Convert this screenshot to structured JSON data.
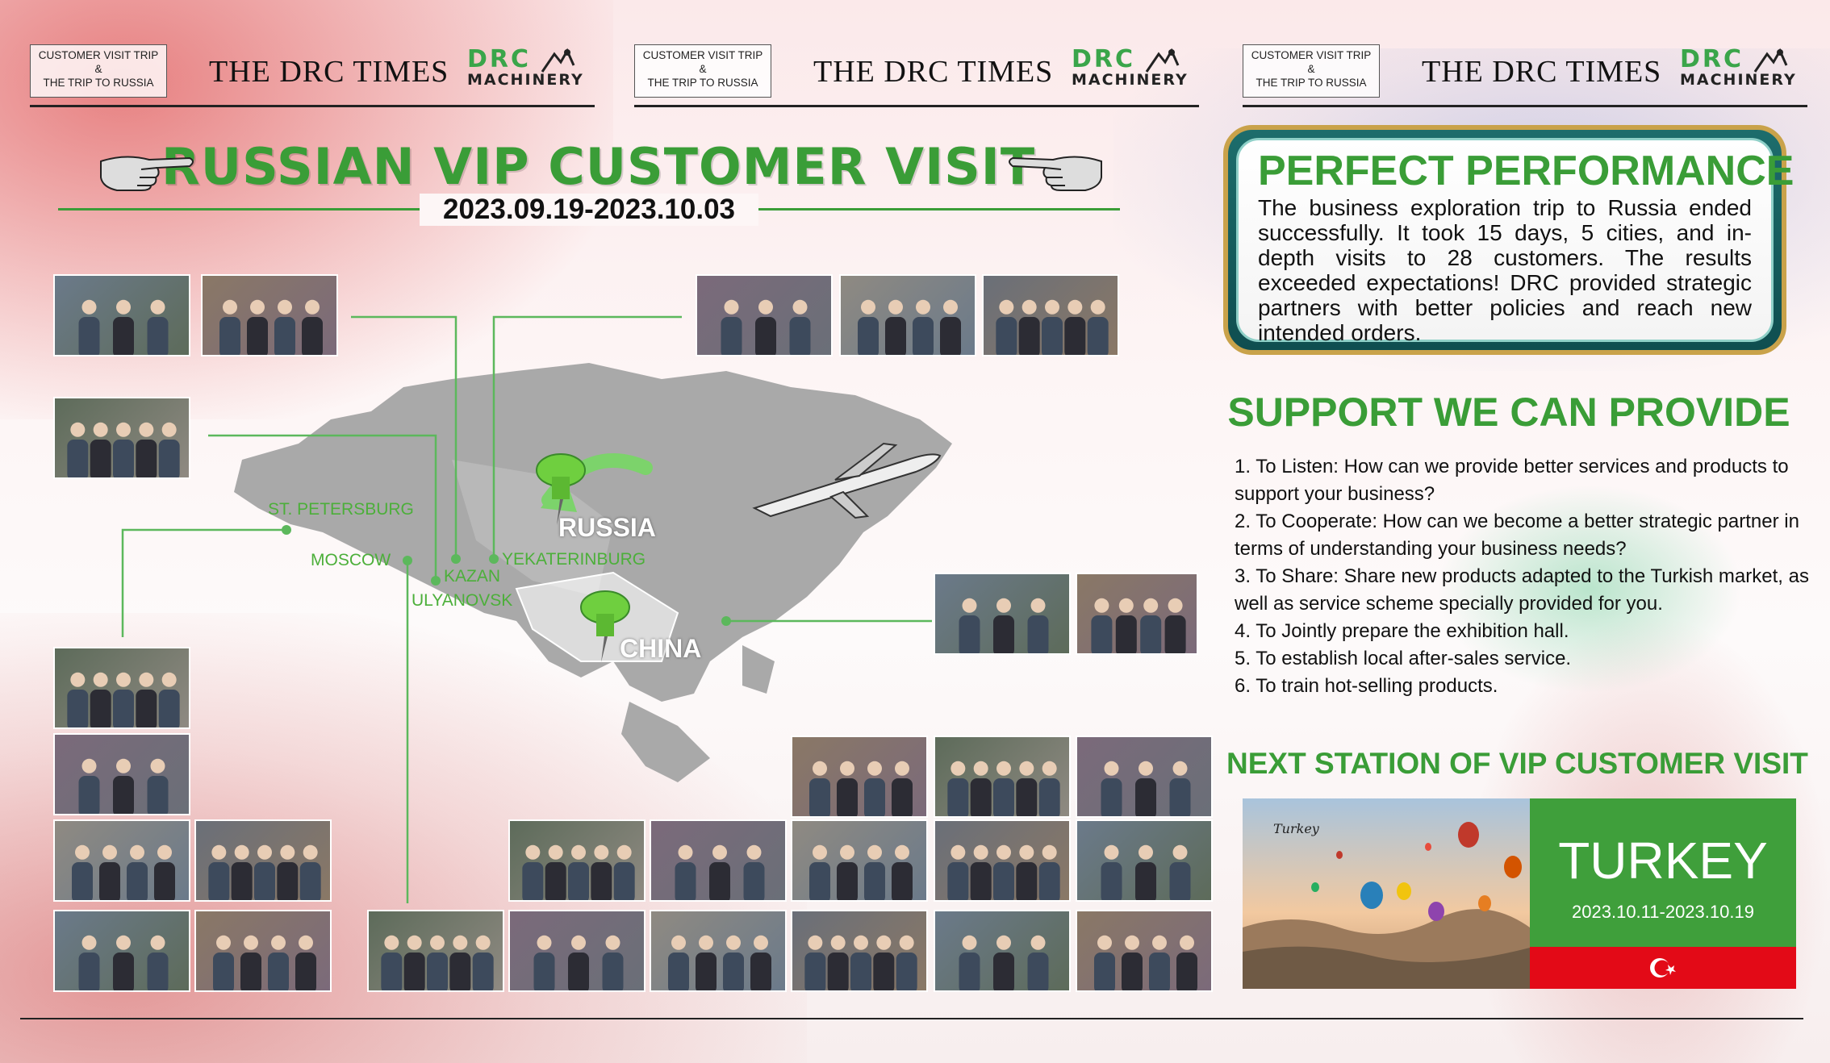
{
  "headers": [
    {
      "tag_line1": "CUSTOMER VISIT TRIP",
      "tag_amp": "&",
      "tag_line2": "THE TRIP TO RUSSIA",
      "masthead": "THE DRC TIMES",
      "logo_top": "DRC",
      "logo_bottom": "MACHINERY"
    },
    {
      "tag_line1": "CUSTOMER VISIT TRIP",
      "tag_amp": "&",
      "tag_line2": "THE TRIP TO RUSSIA",
      "masthead": "THE DRC TIMES",
      "logo_top": "DRC",
      "logo_bottom": "MACHINERY"
    },
    {
      "tag_line1": "CUSTOMER VISIT TRIP",
      "tag_amp": "&",
      "tag_line2": "THE TRIP TO RUSSIA",
      "masthead": "THE DRC TIMES",
      "logo_top": "DRC",
      "logo_bottom": "MACHINERY"
    }
  ],
  "main": {
    "title": "RUSSIAN VIP CUSTOMER VISIT",
    "date_range": "2023.09.19-2023.10.03"
  },
  "map": {
    "cities": {
      "st_petersburg": "ST. PETERSBURG",
      "moscow": "MOSCOW",
      "kazan": "KAZAN",
      "ulyanovsk": "ULYANOVSK",
      "yekaterinburg": "YEKATERINBURG"
    },
    "countries": {
      "russia": "RUSSIA",
      "china": "CHINA"
    },
    "map_color": "#a9a9a9",
    "route_color": "#5cb85c"
  },
  "performance": {
    "title": "PERFECT PERFORMANCE",
    "text": "The business exploration trip to Russia ended successfully. It took 15 days, 5 cities, and in-depth visits to 28 customers. The results exceeded expectations! DRC provided strategic partners with better policies and reach new intended orders."
  },
  "support": {
    "title": "SUPPORT WE CAN PROVIDE",
    "items": [
      "1. To Listen: How can we provide better services and products to support your business?",
      "2. To Cooperate: How can we become a better strategic partner in terms of understanding your business needs?",
      "3. To Share: Share new products adapted to the Turkish market, as well as service scheme specially provided for you.",
      "4. To Jointly prepare the exhibition hall.",
      "5. To establish local after-sales service.",
      "6. To train hot-selling products."
    ]
  },
  "next_station": {
    "title": "NEXT STATION OF VIP CUSTOMER VISIT",
    "country": "TURKEY",
    "dates": "2023.10.11-2023.10.19",
    "photo_logo": "Turkey"
  },
  "colors": {
    "brand_green": "#3a9d37",
    "turkey_red": "#e30a17",
    "frame_gold": "#c9a24a",
    "frame_teal": "#1d6d6c"
  }
}
